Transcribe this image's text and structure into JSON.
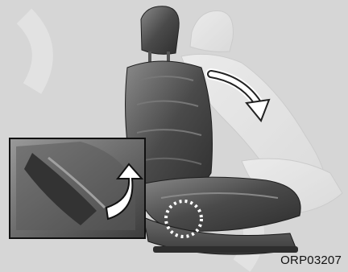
{
  "figure": {
    "code": "ORP03207",
    "illustration": "seatback-recline-adjustment",
    "callout": "recline-lever-detail",
    "icons": [
      "curved-arrow-icon",
      "lever-arrow-icon",
      "dotted-circle-icon"
    ]
  }
}
